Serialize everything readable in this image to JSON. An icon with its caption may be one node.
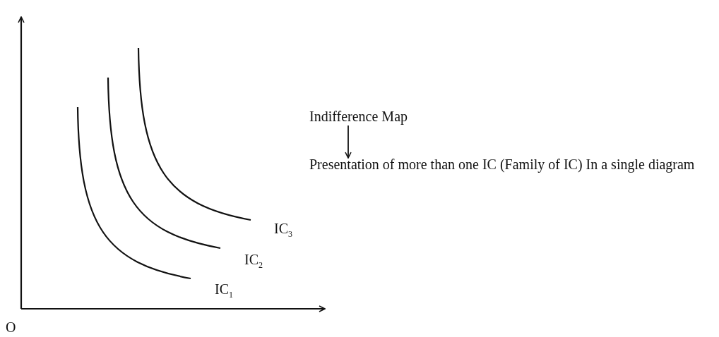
{
  "diagram": {
    "nodes": [
      {
        "text": [
          "Indifference Map"
        ]
      },
      {
        "text": [
          "Presentation of more than one IC (Family of IC) In a single diagram"
        ]
      }
    ],
    "edges": [
      {
        "from": 0,
        "to": 1,
        "arrow": "to"
      }
    ],
    "labels": [
      "O",
      "IC$_{3}$",
      "IC$_{2}$",
      "IC$_{1}$"
    ]
  }
}
